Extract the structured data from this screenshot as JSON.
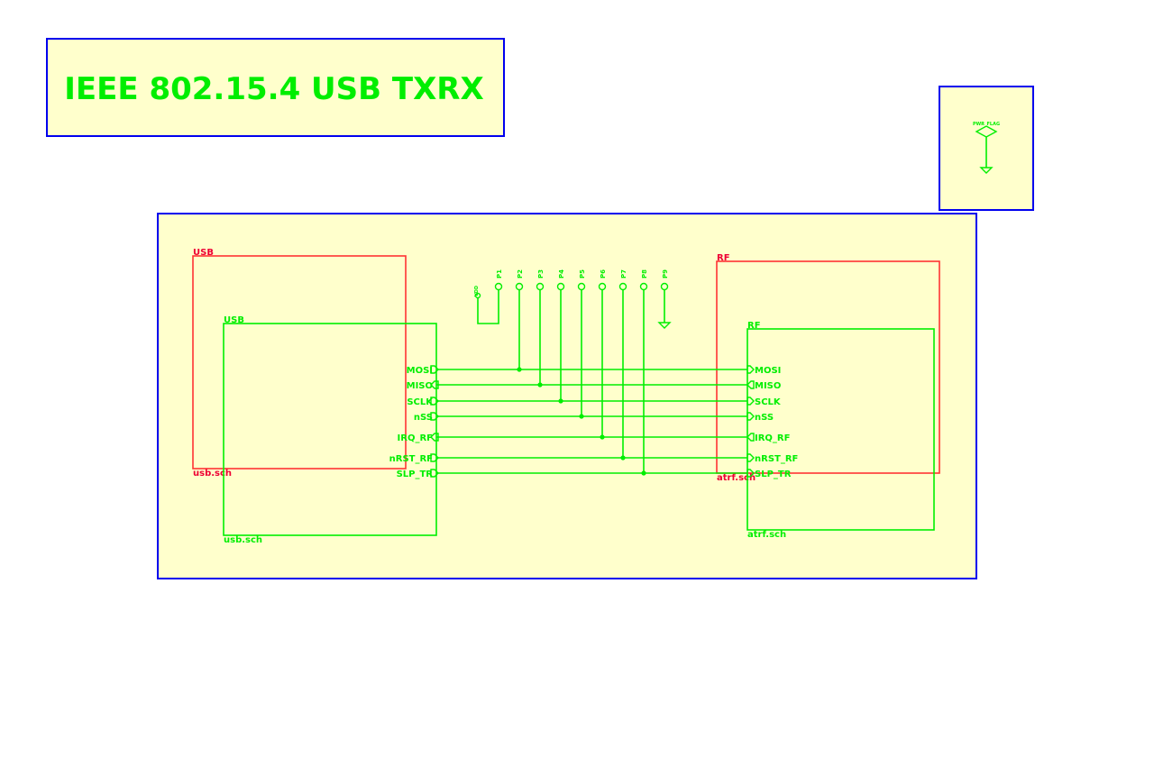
{
  "title_block": {
    "text": "IEEE 802.15.4 USB TXRX"
  },
  "power_flag": {
    "label": "PWR_FLAG"
  },
  "sheets": {
    "usb": {
      "outer_name": "USB",
      "outer_file": "usb.sch",
      "inner_name": "USB",
      "inner_file": "usb.sch"
    },
    "rf": {
      "outer_name": "RF",
      "outer_file": "atrf.sch",
      "inner_name": "RF",
      "inner_file": "atrf.sch"
    }
  },
  "signals": [
    {
      "name": "MOSI",
      "usb_dir": "out",
      "rf_dir": "in",
      "test_point": "P2"
    },
    {
      "name": "MISO",
      "usb_dir": "in",
      "rf_dir": "out",
      "test_point": "P3"
    },
    {
      "name": "SCLK",
      "usb_dir": "out",
      "rf_dir": "in",
      "test_point": "P4"
    },
    {
      "name": "nSS",
      "usb_dir": "out",
      "rf_dir": "in",
      "test_point": "P5"
    },
    {
      "name": "IRQ_RF",
      "usb_dir": "in",
      "rf_dir": "out",
      "test_point": "P6"
    },
    {
      "name": "nRST_RF",
      "usb_dir": "out",
      "rf_dir": "in",
      "test_point": "P7"
    },
    {
      "name": "SLP_TR",
      "usb_dir": "out",
      "rf_dir": "in",
      "test_point": "P8"
    }
  ],
  "test_points": [
    "P1",
    "P2",
    "P3",
    "P4",
    "P5",
    "P6",
    "P7",
    "P8",
    "P9"
  ],
  "vdd_label": "VDD",
  "colors": {
    "wire": "#00ee00",
    "sheet_outline": "#ff3333",
    "frame": "#0000ee",
    "background": "#ffffcc"
  }
}
